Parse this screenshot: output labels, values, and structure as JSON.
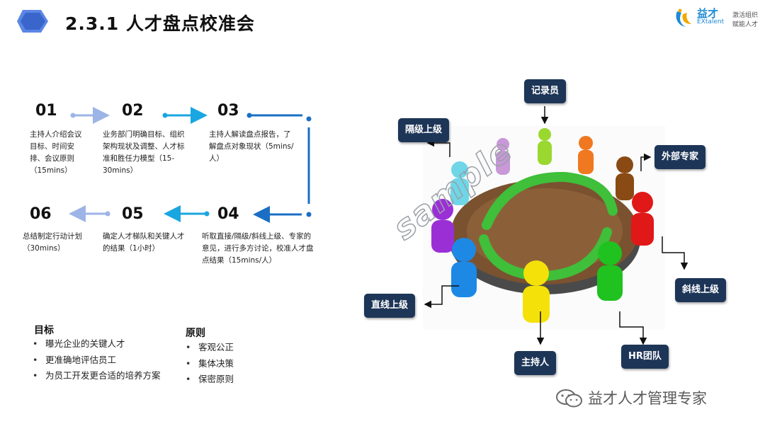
{
  "header": {
    "title": "2.3.1 人才盘点校准会"
  },
  "logo": {
    "main": "益才",
    "sub": "EXtalent",
    "right_line1": "激活组织",
    "right_line2": "赋能人才"
  },
  "steps": [
    {
      "num": "01",
      "text": "主持人介绍会议目标、时间安排、会议原则（15mins）"
    },
    {
      "num": "02",
      "text": "业务部门明确目标、组织架构现状及调整、人才标准和胜任力模型（15-30mins）"
    },
    {
      "num": "03",
      "text": "主持人解读盘点报告，了解盘点对象现状（5mins/人）"
    },
    {
      "num": "04",
      "text": "听取直接/隔级/斜线上级、专家的意见，进行多方讨论，校准人才盘点结果（15mins/人）"
    },
    {
      "num": "05",
      "text": "确定人才梯队和关键人才的结果（1小时）"
    },
    {
      "num": "06",
      "text": "总结制定行动计划（30mins）"
    }
  ],
  "goals": {
    "heading": "目标",
    "items": [
      "曝光企业的关键人才",
      "更准确地评估员工",
      "为员工开发更合适的培养方案"
    ]
  },
  "principles": {
    "heading": "原则",
    "items": [
      "客观公正",
      "集体决策",
      "保密原则"
    ]
  },
  "roles": {
    "recorder": "记录员",
    "skip_level": "隔级上级",
    "external_expert": "外部专家",
    "dotted_line": "斜线上级",
    "direct": "直线上级",
    "host": "主持人",
    "hr_team": "HR团队"
  },
  "watermark": "sample",
  "footer": {
    "text": "益才人才管理专家"
  },
  "colors": {
    "label_bg": "#1d3557",
    "arrow_blue": "#1aa6e0",
    "arrow_light": "#9db4e6",
    "table_brown": "#7a5230",
    "ring_green": "#3fbf3a"
  }
}
